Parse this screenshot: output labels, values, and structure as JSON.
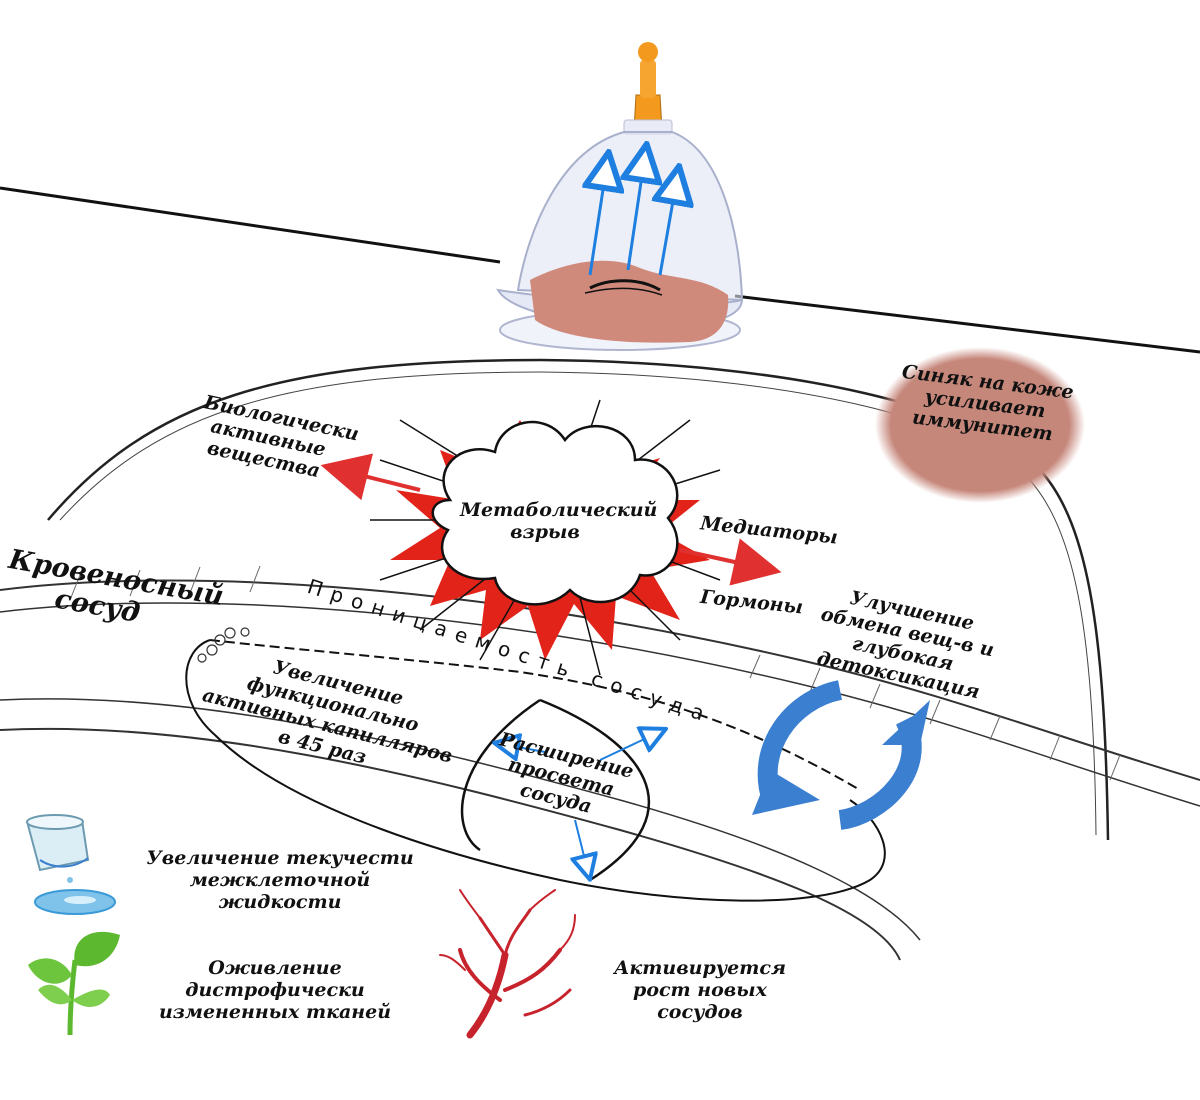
{
  "labels": {
    "vessel": "Кровеносный сосуд",
    "bruise": "Синяк на коже усиливает иммунитет",
    "bio_active": "Биологически активные вещества",
    "metabolic_burst": "Метаболический взрыв",
    "mediators": "Медиаторы",
    "hormones": "Гормоны",
    "metabolism_improvement": "Улучшение обмена вещ-в и глубокая детоксикация",
    "permeability": "Проницаемость сосуда",
    "capillaries": "Увеличение функционально активных капилляров в 45 раз",
    "lumen_expansion": "Расширение просвета сосуда",
    "fluid_flow": "Увеличение текучести межклеточной жидкости",
    "tissue_revival": "Оживление дистрофически измененных тканей",
    "vessel_growth": "Активируется рост новых сосудов"
  },
  "colors": {
    "cup_glass": "#dfe4f2",
    "cup_valve": "#f39a1e",
    "skin_bump": "#d08a7c",
    "bruise": "#c6877b",
    "blue_arrow": "#1e7fe0",
    "circular_arrow": "#3a7fd0",
    "burst_red": "#e2231a",
    "red_arrow": "#e03030",
    "leaf_green": "#5cb82e",
    "vessel_icon_red": "#c7232c"
  },
  "icons": [
    "cupping-cup-icon",
    "water-glass-icon",
    "sprout-icon",
    "vessel-tree-icon",
    "circular-arrows-icon",
    "explosion-icon"
  ]
}
